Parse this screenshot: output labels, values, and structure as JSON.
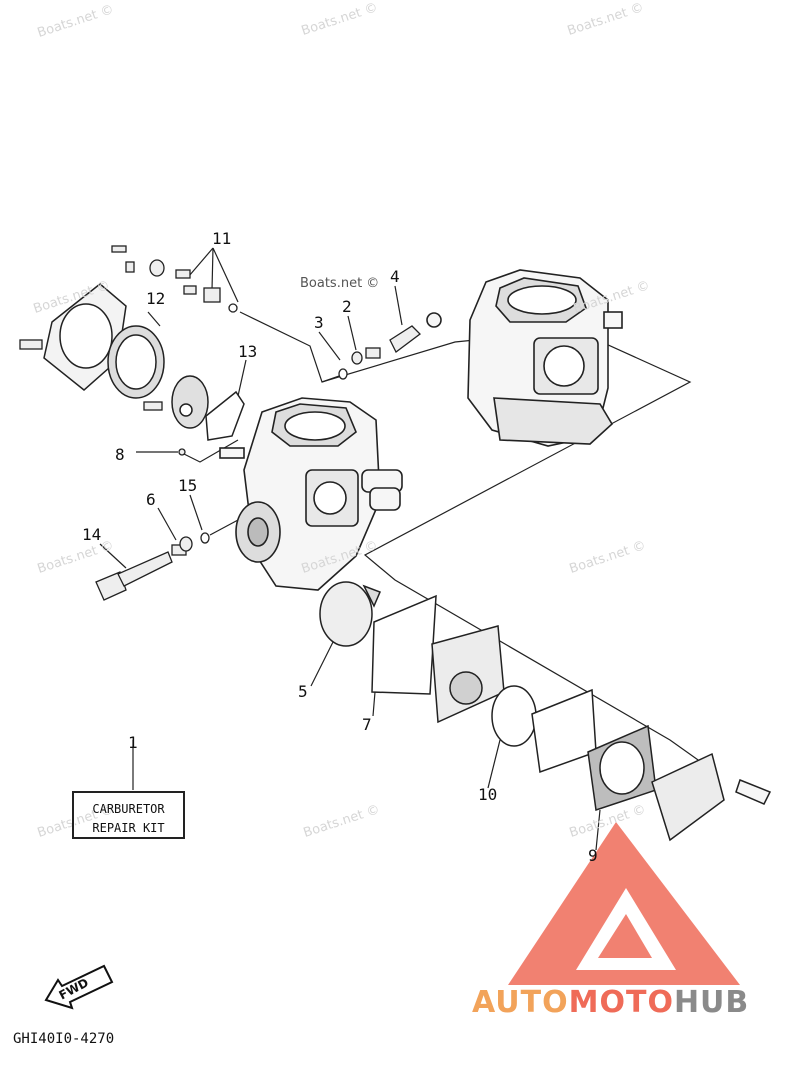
{
  "watermark": "Boats.net ©",
  "callouts": [
    "1",
    "2",
    "3",
    "4",
    "5",
    "6",
    "7",
    "8",
    "9",
    "10",
    "11",
    "12",
    "13",
    "14",
    "15"
  ],
  "kit_label": {
    "line1": "CARBURETOR",
    "line2": "REPAIR KIT"
  },
  "fwd_label": "FWD",
  "part_number": "GHI40I0-4270",
  "brand": {
    "part1": "AUTO",
    "part2": "MOTO",
    "part3": "HUB"
  },
  "colors": {
    "line": "#222222",
    "watermark": "#d6d6d6",
    "logo_red": "#ef6b58",
    "logo_orange": "#f2a35a",
    "logo_gray": "#8a8a8a"
  }
}
